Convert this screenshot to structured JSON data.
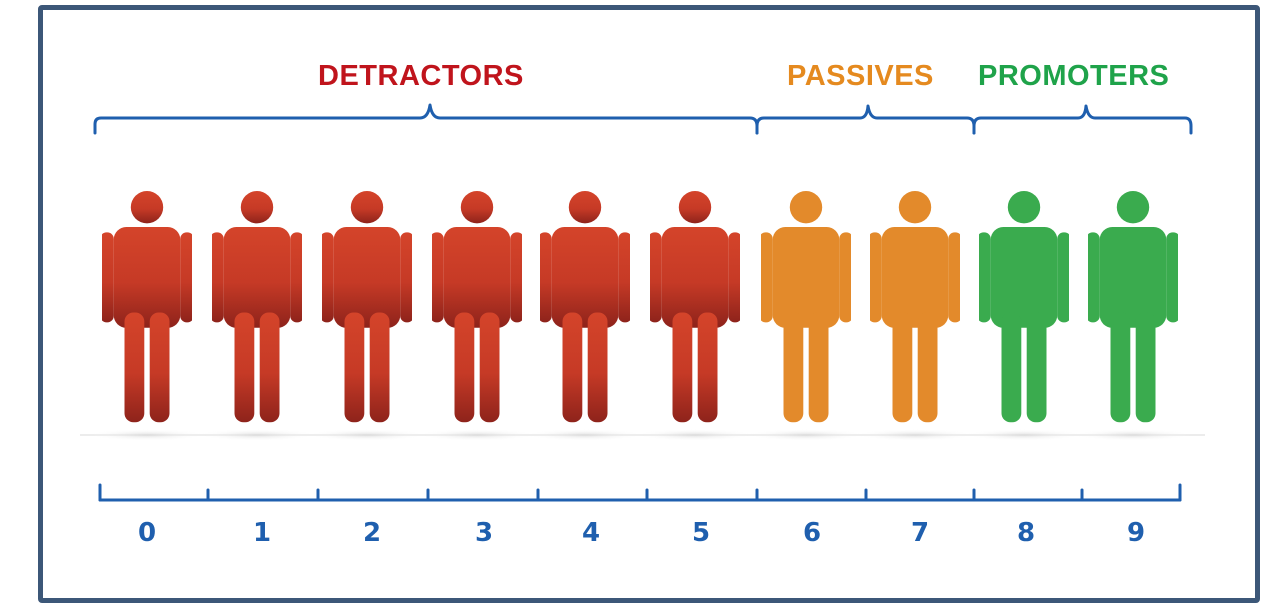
{
  "groups": [
    {
      "label": "DETRACTORS",
      "color": "#c0141c"
    },
    {
      "label": "PASSIVES",
      "color": "#e58a1f"
    },
    {
      "label": "PROMOTERS",
      "color": "#1fa34a"
    }
  ],
  "scale": [
    "0",
    "1",
    "2",
    "3",
    "4",
    "5",
    "6",
    "7",
    "8",
    "9"
  ],
  "figure_groups": [
    "detractor",
    "detractor",
    "detractor",
    "detractor",
    "detractor",
    "detractor",
    "passive",
    "passive",
    "promoter",
    "promoter"
  ],
  "colors": {
    "detractor_top": "#d4442a",
    "detractor_bottom": "#8e231b",
    "passive": "#e38a2b",
    "promoter": "#3aab4e",
    "bracket": "#1f5fae",
    "frame": "#3c5778"
  }
}
